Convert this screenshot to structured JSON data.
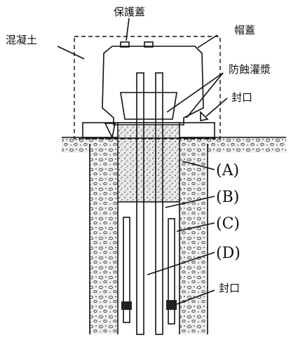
{
  "labels": {
    "protective_cover": "保護蓋",
    "concrete": "混凝土",
    "cap": "帽蓋",
    "anticorrosion_grout": "防蝕灌漿",
    "seal_top": "封口",
    "seal_bottom": "封口",
    "a": "(A)",
    "b": "(B)",
    "c": "(C)",
    "d": "(D)"
  },
  "colors": {
    "ink": "#111111",
    "paper": "#ffffff",
    "fill": "#e6e6e6"
  }
}
